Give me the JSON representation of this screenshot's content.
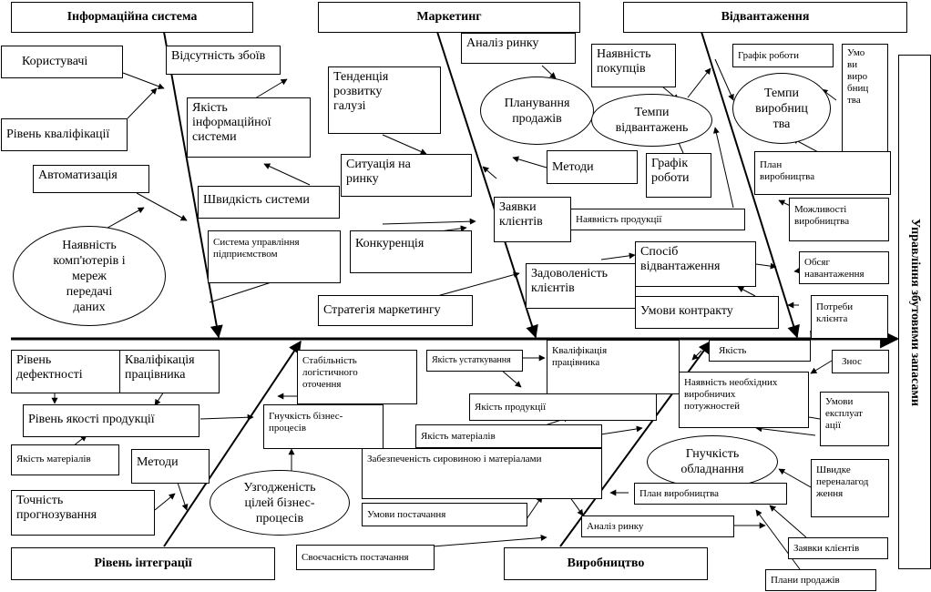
{
  "headers": {
    "info_system": "Інформаційна система",
    "marketing": "Маркетинг",
    "shipping": "Відвантаження",
    "integration": "Рівень інтеграції",
    "production": "Виробництво",
    "effect": "Управління збутовими запасами"
  },
  "info_system": {
    "users": "Користувачі",
    "no_failures": "Відсутність збоїв",
    "qualification_level": "Рівень кваліфікації",
    "is_quality": "Якість\nінформаційної\nсистеми",
    "automation": "Автоматизація",
    "system_speed": "Швидкість системи",
    "computers_networks": "Наявність\nкомп'ютерів і\nмереж\nпередачі\nданих",
    "management_system": "Система управління\nпідприємством"
  },
  "marketing": {
    "market_analysis": "Аналіз ринку",
    "industry_trend": "Тенденція\nрозвитку\nгалузі",
    "sales_planning": "Планування\nпродажів",
    "market_situation": "Ситуація на\nринку",
    "competition": "Конкуренція",
    "marketing_strategy": "Стратегія маркетингу",
    "methods": "Методи",
    "customer_orders": "Заявки\nклієнтів",
    "product_availability": "Наявність продукції"
  },
  "shipping": {
    "buyers_presence": "Наявність\nпокупців",
    "shipping_rate": "Темпи\nвідвантажень",
    "work_schedule_top": "Графік роботи",
    "production_rate": "Темпи\nвиробниц\nтва",
    "production_conditions": "Умо\nви\nвиро\nбниц\nтва",
    "production_plan": "План\nвиробництва",
    "work_schedule": "Графік\nроботи",
    "production_capabilities": "Можливості\nвиробництва",
    "shipping_method": "Спосіб\nвідвантаження",
    "customer_satisfaction": "Задоволеність\nклієнтів",
    "load_volume": "Обсяг\nнавантаження",
    "contract_terms": "Умови контракту",
    "customer_needs": "Потреби\nклієнта"
  },
  "integration": {
    "defect_level": "Рівень\nдефектності",
    "worker_qualification": "Кваліфікація\nпрацівника",
    "logistics_stability": "Стабільність\nлогістичного\nоточення",
    "product_quality_level": "Рівень якості продукції",
    "process_flexibility": "Гнучкість бізнес-\nпроцесів",
    "material_quality": "Якість матеріалів",
    "methods": "Методи",
    "goal_alignment": "Узгодженість\nцілей бізнес-\nпроцесів",
    "forecast_accuracy": "Точність\nпрогнозування"
  },
  "production": {
    "equipment_quality": "Якість устаткування",
    "worker_qualification": "Кваліфікація\nпрацівника",
    "quality": "Якість",
    "wear": "Знос",
    "capacities": "Наявність необхідних\nвиробничих\nпотужностей",
    "product_quality": "Якість продукції",
    "operating_conditions": "Умови\nексплуат\nації",
    "material_quality": "Якість матеріалів",
    "raw_materials_supply": "Забезпеченість сировиною і матеріалами",
    "equipment_flexibility": "Гнучкість\nобладнання",
    "quick_changeover": "Швидке\nпереналагод\nження",
    "production_plan": "План виробництва",
    "supply_terms": "Умови постачання",
    "market_analysis": "Аналіз ринку",
    "timely_supply": "Своєчасність постачання",
    "customer_orders": "Заявки клієнтів",
    "sales_plans": "Плани продажів"
  },
  "colors": {
    "line": "#000000",
    "background": "#ffffff"
  }
}
